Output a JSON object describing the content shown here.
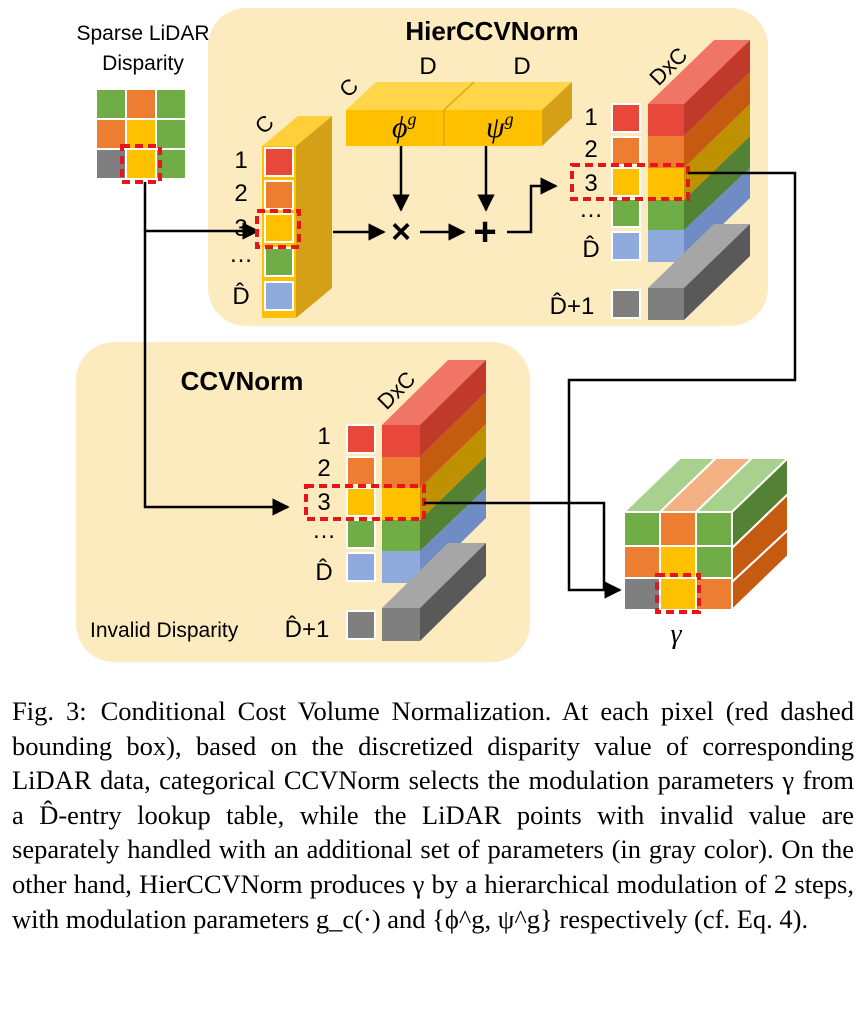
{
  "figure": {
    "input": {
      "title_line1": "Sparse LiDAR",
      "title_line2": "Disparity"
    },
    "hier": {
      "title": "HierCCVNorm",
      "dim_c": "C",
      "dim_d1": "D",
      "dim_d2": "D",
      "dim_dxc": "DxC",
      "phi": "ϕ",
      "psi": "ψ",
      "sup": "g",
      "multiply": "×",
      "plus": "+",
      "left_labels": [
        "1",
        "2",
        "3",
        "…",
        "D̂"
      ],
      "right_labels": [
        "1",
        "2",
        "3",
        "…",
        "D̂"
      ],
      "invalid_label": "D̂+1"
    },
    "ccv": {
      "title": "CCVNorm",
      "dim_dxc": "DxC",
      "labels": [
        "1",
        "2",
        "3",
        "…",
        "D̂"
      ],
      "invalid_text": "Invalid Disparity",
      "invalid_label": "D̂+1"
    },
    "output": {
      "gamma": "γ"
    },
    "colors": {
      "panel": "#fdebc0",
      "red": "#e8483a",
      "orange": "#ed7d31",
      "yellow": "#ffc000",
      "green": "#70ad47",
      "blue": "#8faadc",
      "gray": "#7f7f7f",
      "dash": "#e8141b"
    }
  },
  "caption": {
    "label": "Fig. 3:",
    "text": "Conditional Cost Volume Normalization. At each pixel (red dashed bounding box), based on the discretized disparity value of corresponding LiDAR data, categorical CCVNorm selects the modulation parameters γ from a D̂-entry lookup table, while the LiDAR points with invalid value are separately handled with an additional set of parameters (in gray color). On the other hand, HierCCVNorm produces γ by a hierarchical modulation of 2 steps, with modulation parameters g_c(·) and {ϕ^g, ψ^g} respectively (cf. Eq. 4)."
  }
}
